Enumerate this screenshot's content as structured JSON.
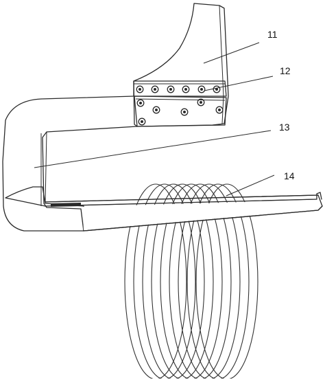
{
  "labels": {
    "part_11": "11",
    "part_12": "12",
    "part_13": "13",
    "part_14": "14"
  },
  "colors": {
    "line": "#2a2a2a",
    "background": "#ffffff"
  }
}
